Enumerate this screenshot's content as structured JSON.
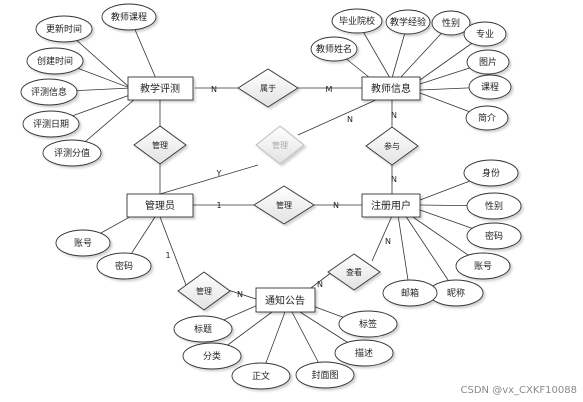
{
  "entities": {
    "teaching_eval": "教学评测",
    "teacher_info": "教师信息",
    "admin": "管理员",
    "registered_user": "注册用户",
    "notice": "通知公告"
  },
  "relationships": {
    "belongs": "属于",
    "manage_eval": "管理",
    "manage_teacher": "管理",
    "manage_user": "管理",
    "manage_notice": "管理",
    "participate": "参与",
    "view": "查看"
  },
  "attributes": {
    "teaching_eval": [
      "教师课程",
      "更新时间",
      "创建时间",
      "评测信息",
      "评测日期",
      "评测分值"
    ],
    "teacher_info": [
      "毕业院校",
      "教学经验",
      "性别",
      "教师姓名",
      "专业",
      "图片",
      "课程",
      "简介"
    ],
    "admin": [
      "账号",
      "密码"
    ],
    "registered_user": [
      "身份",
      "性别",
      "密码",
      "账号",
      "昵称",
      "邮箱"
    ],
    "notice": [
      "标签",
      "描述",
      "封面图",
      "正文",
      "分类",
      "标题"
    ]
  },
  "cardinalities": {
    "belongs_eval": "N",
    "belongs_teacher": "M",
    "admin_to_teacher": "Y",
    "teacher_from_admin": "N",
    "teacher_participate": "N",
    "user_participate": "N",
    "admin_user": "1",
    "user_admin": "N",
    "admin_notice": "1",
    "notice_admin": "N",
    "notice_view": "N",
    "user_view": "N"
  },
  "watermark": "CSDN @vx_CXKF10088"
}
